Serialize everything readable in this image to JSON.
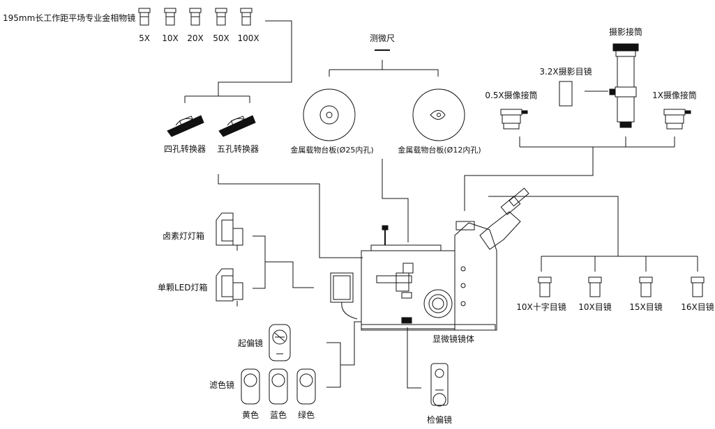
{
  "objectives": {
    "title": "195mm长工作距平场专业金相物镜",
    "items": [
      "5X",
      "10X",
      "20X",
      "50X",
      "100X"
    ]
  },
  "nosepieces": [
    "四孔转换器",
    "五孔转换器"
  ],
  "micrometer": "测微尺",
  "stage_plates": [
    "金属载物台板(Ø25内孔)",
    "金属载物台板(Ø12内孔)"
  ],
  "camera": {
    "photo_tube": "摄影接筒",
    "photo_eyepiece": "3.2X摄影目镜",
    "adapter_05x": "0.5X摄像接筒",
    "adapter_1x": "1X摄像接筒"
  },
  "lamps": [
    "卤素灯灯箱",
    "单颗LED灯箱"
  ],
  "body": "显微镜镜体",
  "eyepieces": [
    "10X十字目镜",
    "10X目镜",
    "15X目镜",
    "16X目镜"
  ],
  "polarizer": "起偏镜",
  "filters": {
    "label": "滤色镜",
    "items": [
      "黄色",
      "蓝色",
      "绿色"
    ]
  },
  "analyzer": "检偏镜"
}
